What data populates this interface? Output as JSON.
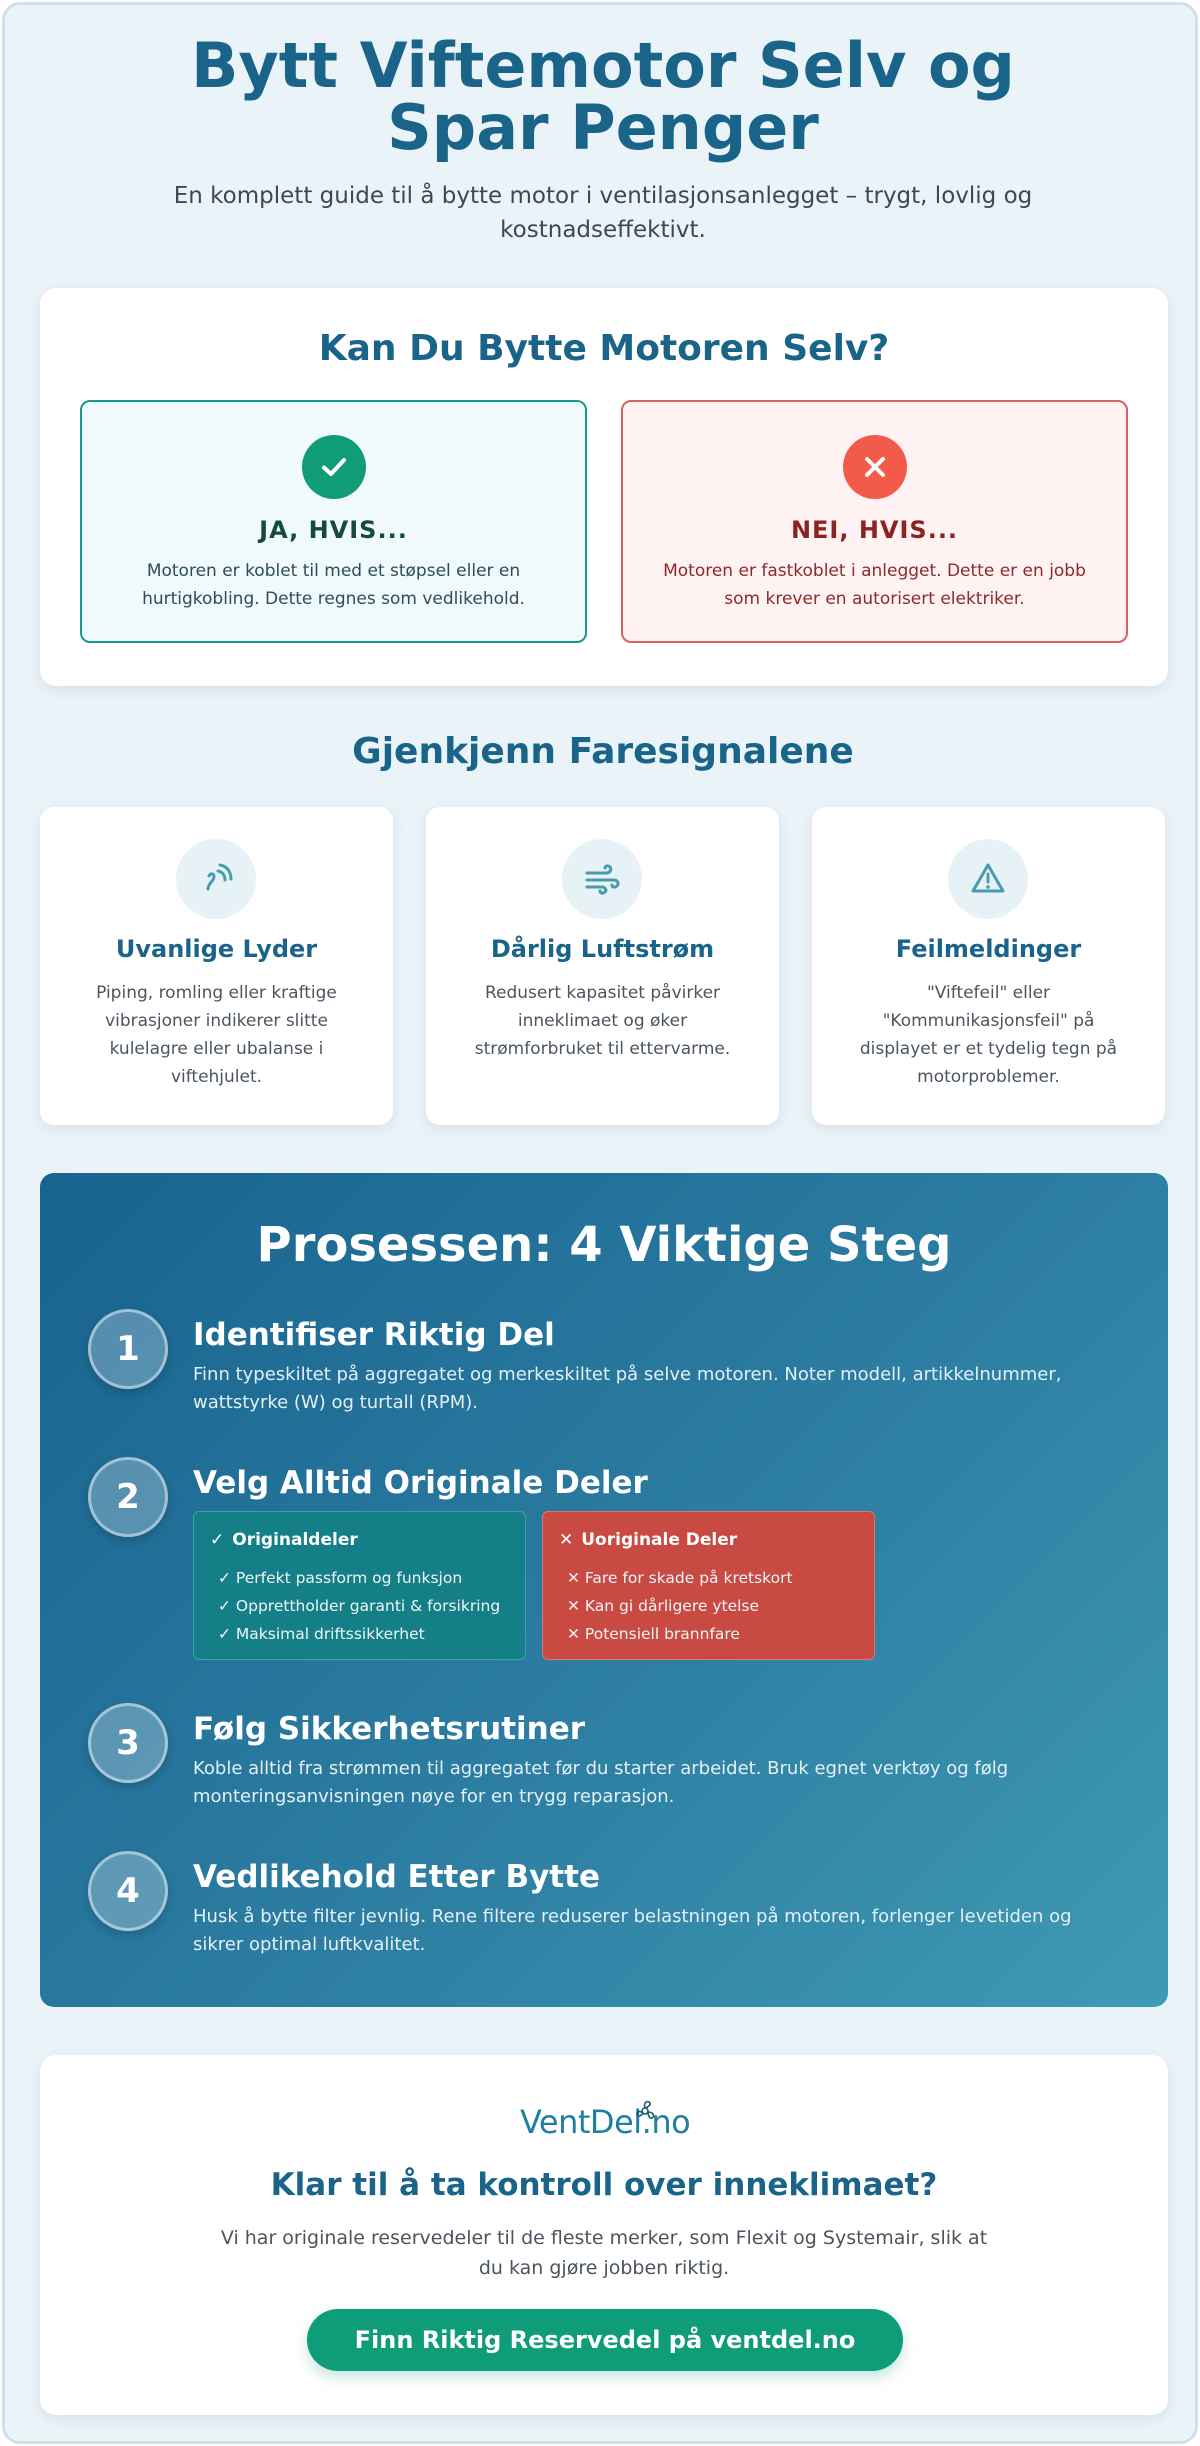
{
  "hero": {
    "title": "Bytt Viftemotor Selv og Spar Penger",
    "subtitle": "En komplett guide til å bytte motor i ventilasjonsanlegget – trygt, lovlig og kostnadseffektivt."
  },
  "self_check": {
    "title": "Kan Du Bytte Motoren Selv?",
    "yes": {
      "icon": "check-icon",
      "title": "JA, HVIS...",
      "text": "Motoren er koblet til med et støpsel eller en hurtigkobling. Dette regnes som vedlikehold.",
      "color": "#109c77"
    },
    "no": {
      "icon": "x-icon",
      "title": "NEI, HVIS...",
      "text": "Motoren er fastkoblet i anlegget. Dette er en jobb som krever en autorisert elektriker.",
      "color": "#f25a4a"
    }
  },
  "signals": {
    "title": "Gjenkjenn Faresignalene",
    "items": [
      {
        "icon": "sound-waves-icon",
        "title": "Uvanlige Lyder",
        "text": "Piping, romling eller kraftige vibrasjoner indikerer slitte kulelagre eller ubalanse i viftehjulet."
      },
      {
        "icon": "wind-icon",
        "title": "Dårlig Luftstrøm",
        "text": "Redusert kapasitet påvirker inneklimaet og øker strømforbruket til ettervarme."
      },
      {
        "icon": "warning-triangle-icon",
        "title": "Feilmeldinger",
        "text": "\"Viftefeil\" eller \"Kommunikasjonsfeil\" på displayet er et tydelig tegn på motorproblemer."
      }
    ]
  },
  "process": {
    "title": "Prosessen: 4 Viktige Steg",
    "steps": [
      {
        "number": "1",
        "title": "Identifiser Riktig Del",
        "text": "Finn typeskiltet på aggregatet og merkeskiltet på selve motoren. Noter modell, artikkelnummer, wattstyrke (W) og turtall (RPM)."
      },
      {
        "number": "2",
        "title": "Velg Alltid Originale Deler",
        "original": {
          "title": "Originaldeler",
          "items": [
            "✓ Perfekt passform og funksjon",
            "✓ Opprettholder garanti & forsikring",
            "✓ Maksimal driftssikkerhet"
          ]
        },
        "non_original": {
          "title": "Uoriginale Deler",
          "items": [
            "✕ Fare for skade på kretskort",
            "✕ Kan gi dårligere ytelse",
            "✕ Potensiell brannfare"
          ]
        }
      },
      {
        "number": "3",
        "title": "Følg Sikkerhetsrutiner",
        "text": "Koble alltid fra strømmen til aggregatet før du starter arbeidet. Bruk egnet verktøy og følg monteringsanvisningen nøye for en trygg reparasjon."
      },
      {
        "number": "4",
        "title": "Vedlikehold Etter Bytte",
        "text": "Husk å bytte filter jevnlig. Rene filtere reduserer belastningen på motoren, forlenger levetiden og sikrer optimal luftkvalitet."
      }
    ]
  },
  "cta": {
    "logo": "VentDel.no",
    "title": "Klar til å ta kontroll over inneklimaet?",
    "text": "Vi har originale reservedeler til de fleste merker, som Flexit og Systemair, slik at du kan gjøre jobben riktig.",
    "button": "Finn Riktig Reservedel på ventdel.no"
  },
  "colors": {
    "primary": "#1a6489",
    "accent_green": "#0f9c78",
    "danger": "#f25a4a",
    "background": "#eaf3f8"
  }
}
